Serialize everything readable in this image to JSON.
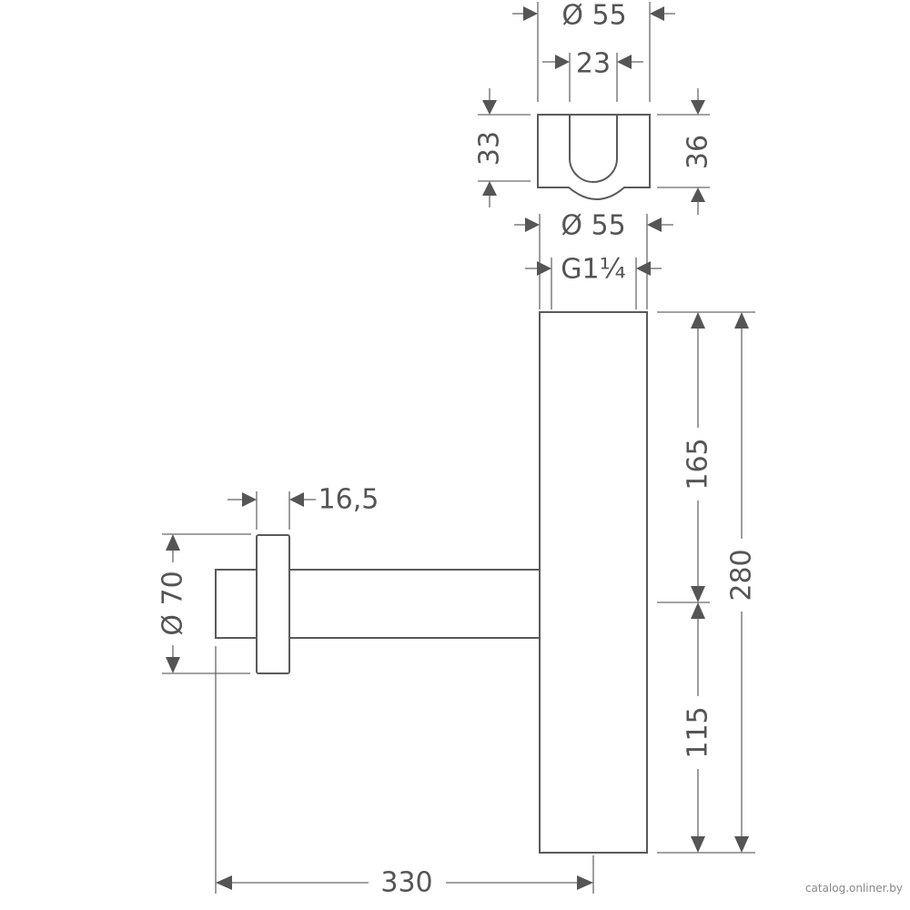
{
  "dimensions": {
    "top_outer_diameter": "Ø 55",
    "slot_width": "23",
    "profile_height_left": "33",
    "profile_height_right": "36",
    "body_diameter": "Ø 55",
    "thread": "G1¼",
    "flange_thickness": "16,5",
    "flange_diameter": "Ø 70",
    "upper_height": "165",
    "lower_height": "115",
    "total_height": "280",
    "total_depth": "330"
  },
  "watermark": "catalog.onliner.by",
  "colors": {
    "line": "#5a5a5a",
    "background": "#ffffff"
  }
}
